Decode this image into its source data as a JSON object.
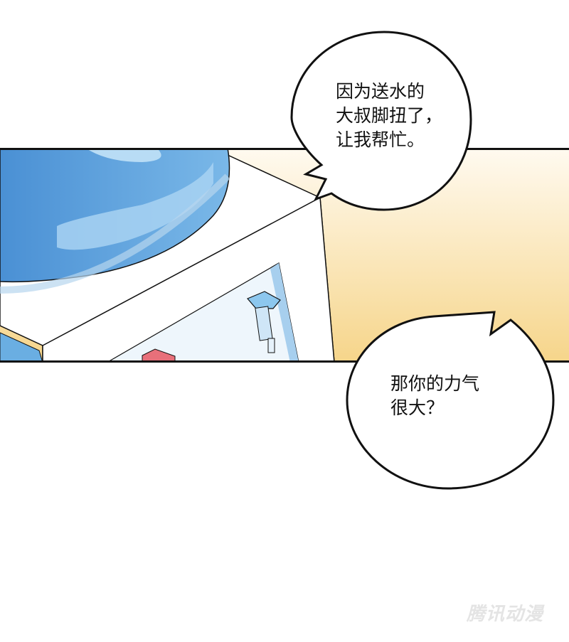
{
  "comic": {
    "panel": {
      "description": "water dispenser close-up",
      "colors": {
        "background_warm": "#f7dc96",
        "bottle_blue": "#5b9ed8",
        "bottle_light": "#a8d2f2",
        "cold_tap": "#8cc7ee",
        "hot_tap": "#e8707a",
        "border": "#111111"
      }
    },
    "bubbles": [
      {
        "lines": [
          "因为送水的",
          "大叔脚扭了，",
          "让我帮忙。"
        ]
      },
      {
        "lines": [
          "那你的力气",
          "很大？"
        ]
      }
    ],
    "watermark": "腾讯动漫"
  }
}
